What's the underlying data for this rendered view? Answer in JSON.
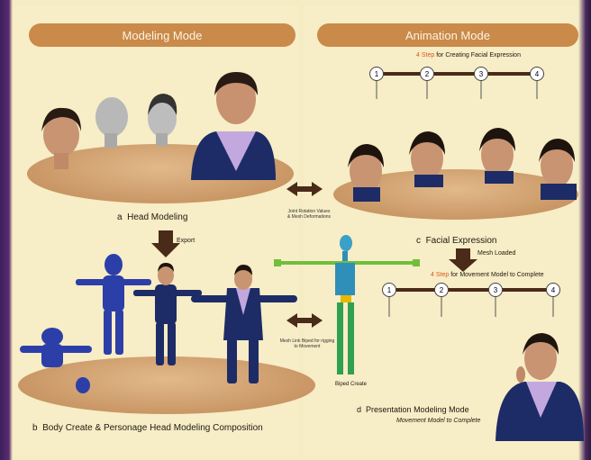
{
  "left": {
    "header": "Modeling Mode",
    "section_a": "Head Modeling",
    "section_a_letter": "a",
    "section_b": "Body Create & Personage Head Modeling Composition",
    "section_b_letter": "b",
    "export_label": "Export"
  },
  "right": {
    "header": "Animation Mode",
    "step_title_num": "4 Step",
    "step_title_rest": "for Creating Facial Expression",
    "steps_top": [
      "1",
      "2",
      "3",
      "4"
    ],
    "section_c": "Facial Expression",
    "section_c_letter": "c",
    "mesh_loaded": "Mesh Loaded",
    "step2_title_num": "4 Step",
    "step2_title_rest": "for Movement Model to Complete",
    "steps_bottom": [
      "1",
      "2",
      "3",
      "4"
    ],
    "section_d": "Presentation Modeling Mode",
    "section_d_letter": "d",
    "section_d_sub": "Movement Model to Complete",
    "biped_create": "Biped Create"
  },
  "center": {
    "joint_text": "Joint Rotation Values\n& Mesh Deformations",
    "mesh_text": "Mesh Link Biped for rigging\nto Movement"
  }
}
